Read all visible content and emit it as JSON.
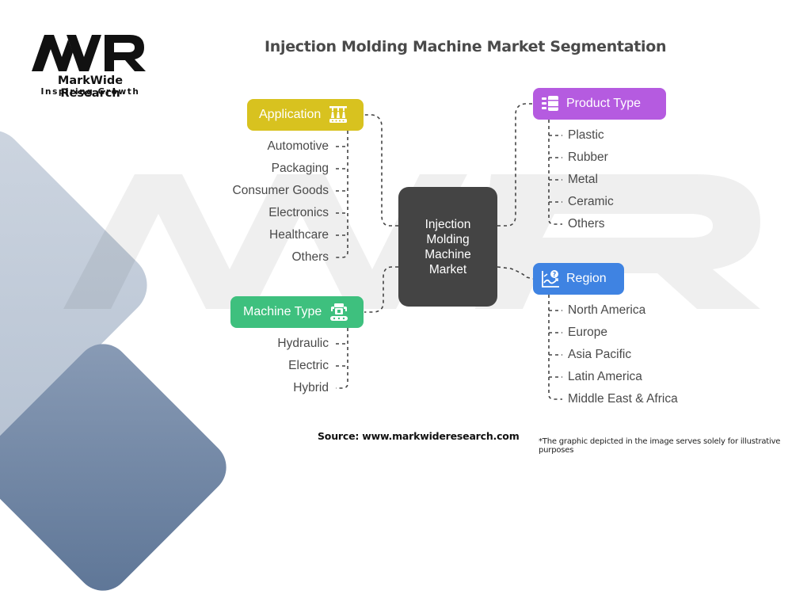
{
  "brand": {
    "logo_text": "MWR",
    "name": "MarkWide Research",
    "tagline": "Inspiring Growth"
  },
  "title": "Injection Molding Machine Market Segmentation",
  "hub": {
    "label": "Injection Molding Machine Market"
  },
  "segments": {
    "application": {
      "label": "Application",
      "icon": "production-line-icon",
      "color": "#d8c21f",
      "items": [
        "Automotive",
        "Packaging",
        "Consumer Goods",
        "Electronics",
        "Healthcare",
        "Others"
      ]
    },
    "machine_type": {
      "label": "Machine Type",
      "icon": "robot-conveyor-icon",
      "color": "#3ec07e",
      "items": [
        "Hydraulic",
        "Electric",
        "Hybrid"
      ]
    },
    "product_type": {
      "label": "Product Type",
      "icon": "stacked-layers-icon",
      "color": "#b55be0",
      "items": [
        "Plastic",
        "Rubber",
        "Metal",
        "Ceramic",
        "Others"
      ]
    },
    "region": {
      "label": "Region",
      "icon": "chart-question-icon",
      "color": "#3f83e2",
      "items": [
        "North America",
        "Europe",
        "Asia Pacific",
        "Latin America",
        "Middle East & Africa"
      ]
    }
  },
  "footer": {
    "source": "Source: www.markwideresearch.com",
    "disclaimer": "*The graphic depicted in the image serves solely for illustrative purposes"
  }
}
